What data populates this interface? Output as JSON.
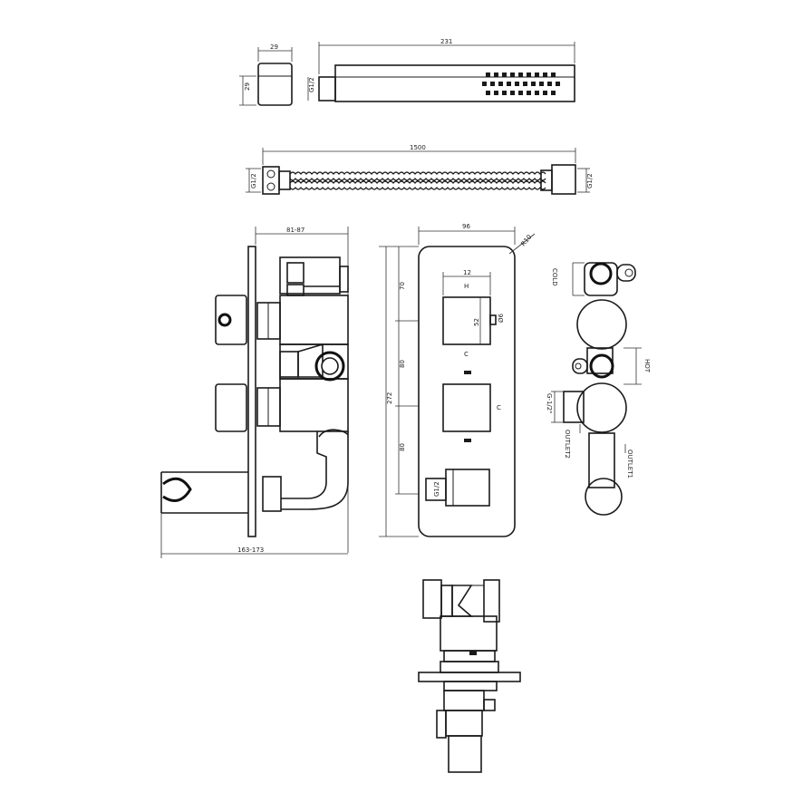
{
  "dimensions": {
    "head_width": "29",
    "head_height": "29",
    "handset_length": "231",
    "handset_thread": "G1/2",
    "hose_length": "1500",
    "hose_thread_left": "G1/2",
    "hose_thread_right": "G1/2",
    "side_depth": "81-87",
    "side_total": "163-173",
    "plate_width": "96",
    "plate_radius": "R10",
    "plate_height": "272",
    "upper_span": "70",
    "middle_span": "80",
    "lower_span": "80",
    "knob_size": "52",
    "knob_offset": "12",
    "knob_marker": "H",
    "knob_marker_c1": "C",
    "knob_marker_c2": "C",
    "diverter_thread": "G1/2",
    "knob_hole": "Ø6"
  },
  "ports": {
    "cold": "COLD",
    "hot": "HOT",
    "thread": "G-1/2\"",
    "outlet1": "OUTLET1",
    "outlet2": "OUTLET2"
  }
}
